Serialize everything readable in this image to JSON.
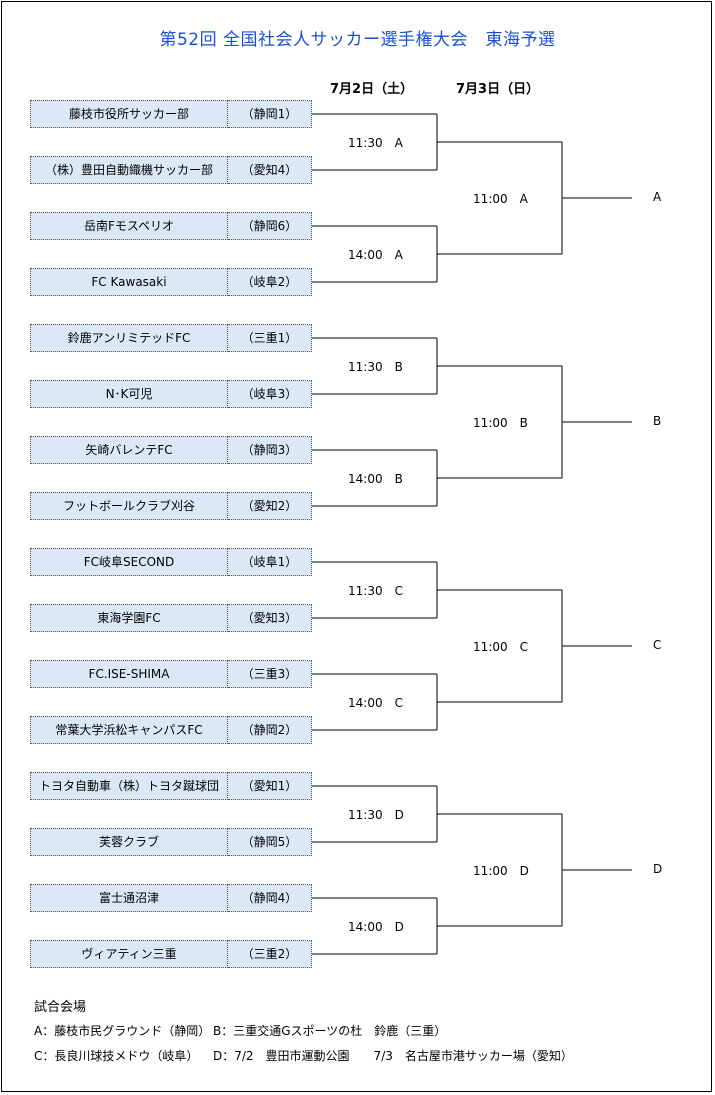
{
  "title": "第52回 全国社会人サッカー選手権大会　東海予選",
  "dates": {
    "day1": "7月2日（土）",
    "day2": "7月3日（日）"
  },
  "teams": [
    {
      "name": "藤枝市役所サッカー部",
      "pref": "（静岡1）"
    },
    {
      "name": "（株）豊田自動織機サッカー部",
      "pref": "（愛知4）"
    },
    {
      "name": "岳南Fモスペリオ",
      "pref": "（静岡6）"
    },
    {
      "name": "FC Kawasaki",
      "pref": "（岐阜2）"
    },
    {
      "name": "鈴鹿アンリミテッドFC",
      "pref": "（三重1）"
    },
    {
      "name": "N･K可児",
      "pref": "（岐阜3）"
    },
    {
      "name": "矢崎バレンテFC",
      "pref": "（静岡3）"
    },
    {
      "name": "フットボールクラブ刈谷",
      "pref": "（愛知2）"
    },
    {
      "name": "FC岐阜SECOND",
      "pref": "（岐阜1）"
    },
    {
      "name": "東海学園FC",
      "pref": "（愛知3）"
    },
    {
      "name": "FC.ISE-SHIMA",
      "pref": "（三重3）"
    },
    {
      "name": "常葉大学浜松キャンパスFC",
      "pref": "（静岡2）"
    },
    {
      "name": "トヨタ自動車（株）トヨタ蹴球団",
      "pref": "（愛知1）"
    },
    {
      "name": "芙蓉クラブ",
      "pref": "（静岡5）"
    },
    {
      "name": "富士通沼津",
      "pref": "（静岡4）"
    },
    {
      "name": "ヴィアティン三重",
      "pref": "（三重2）"
    }
  ],
  "round1": [
    "11:30　A",
    "14:00　A",
    "11:30　B",
    "14:00　B",
    "11:30　C",
    "14:00　C",
    "11:30　D",
    "14:00　D"
  ],
  "round2": [
    "11:00　A",
    "11:00　B",
    "11:00　C",
    "11:00　D"
  ],
  "winners": [
    "A",
    "B",
    "C",
    "D"
  ],
  "venues": {
    "heading": "試合会場",
    "a": "A：藤枝市民グラウンド（静岡）",
    "b": "B：三重交通Gスポーツの杜　鈴鹿（三重）",
    "c": "C：長良川球技メドウ（岐阜）",
    "d": "D：7/2　豊田市運動公園　　7/3　名古屋市港サッカー場（愛知）"
  }
}
